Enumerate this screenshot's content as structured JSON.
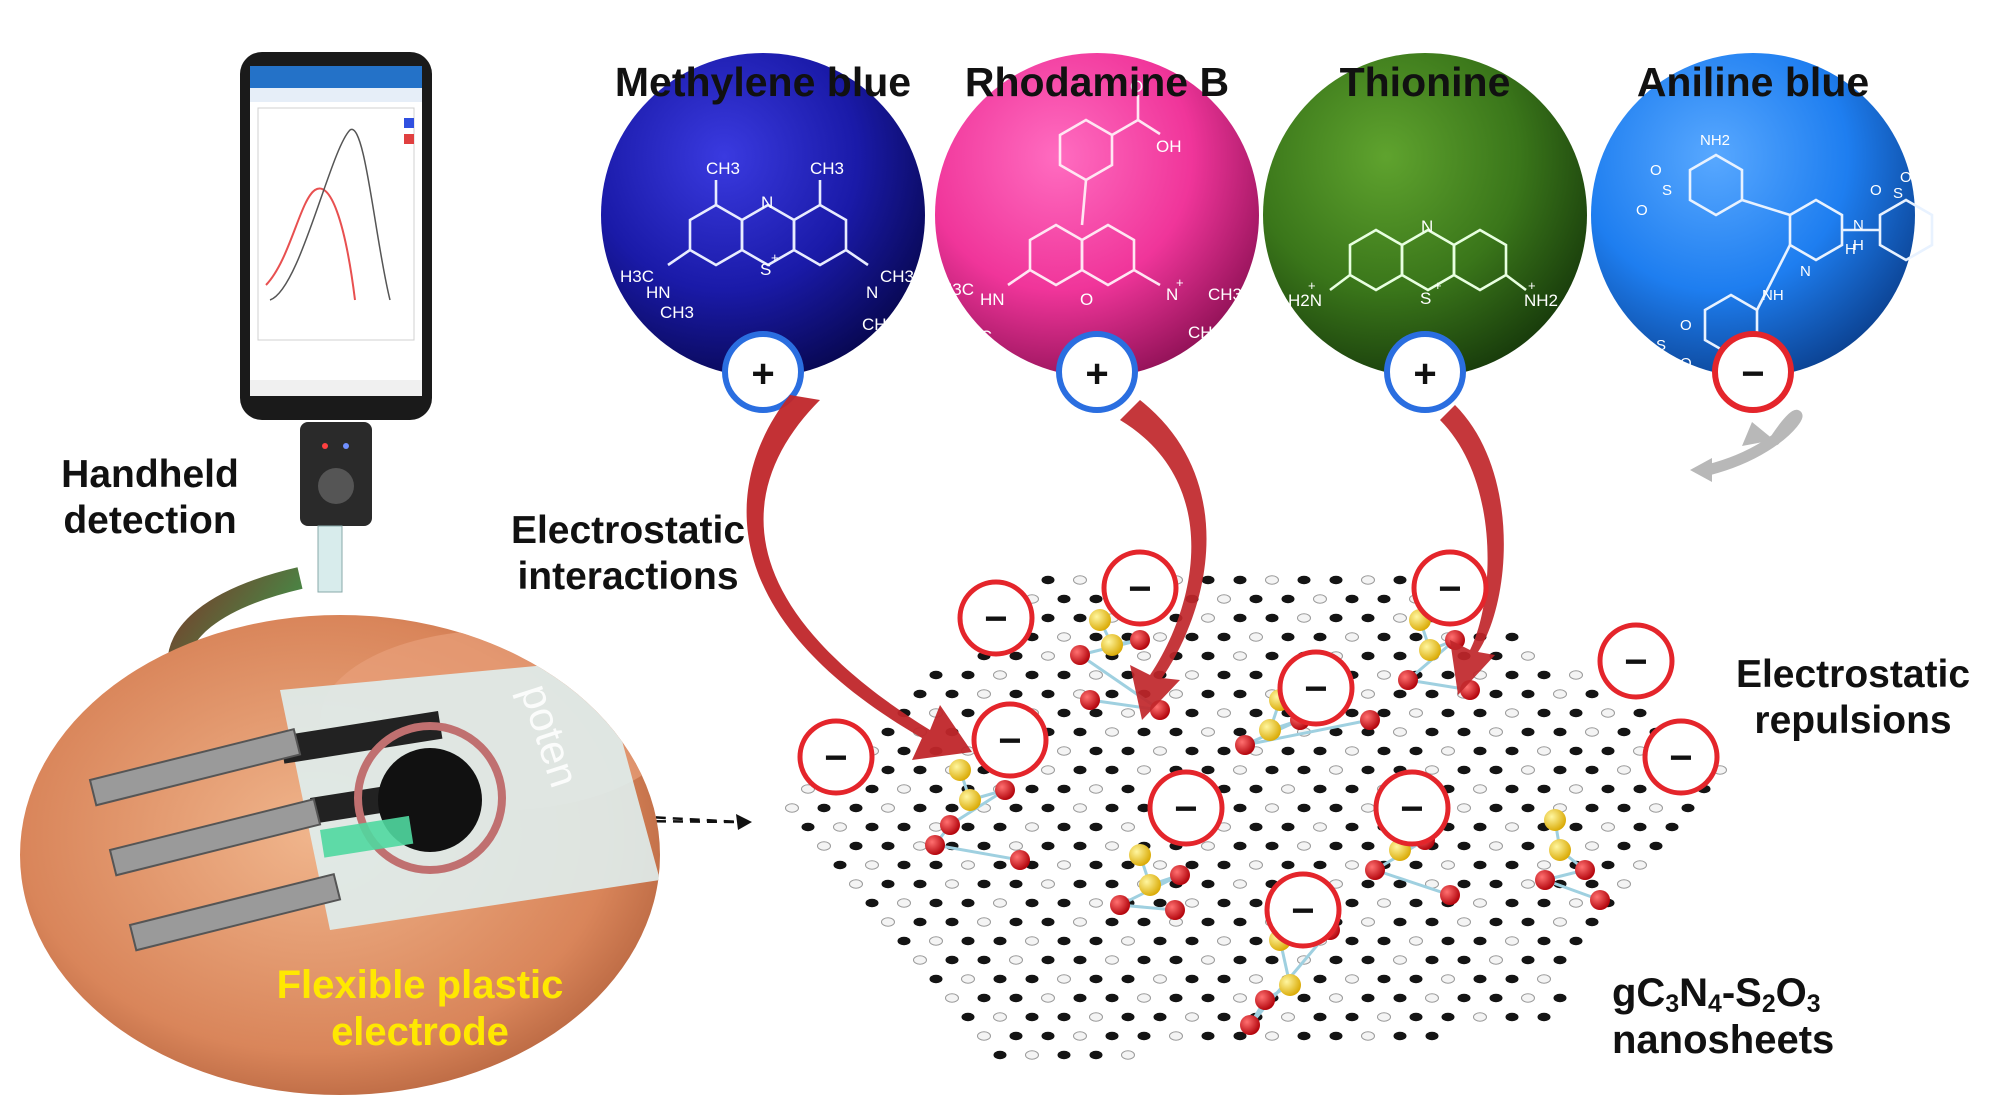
{
  "dyes": [
    {
      "name": "Methylene blue",
      "charge": "+",
      "color": "#1a1aa8"
    },
    {
      "name": "Rhodamine B",
      "charge": "+",
      "color": "#ff3fa4"
    },
    {
      "name": "Thionine",
      "charge": "+",
      "color": "#3d7d1c"
    },
    {
      "name": "Aniline blue",
      "charge": "−",
      "color": "#1e7ef0"
    }
  ],
  "labels": {
    "handheld_line1": "Handheld",
    "handheld_line2": "detection",
    "electrostatic_interactions_line1": "Electrostatic",
    "electrostatic_interactions_line2": "interactions",
    "electrostatic_repulsions_line1": "Electrostatic",
    "electrostatic_repulsions_line2": "repulsions",
    "flexible_line1": "Flexible plastic",
    "flexible_line2": "electrode",
    "nanosheets_line2": "nanosheets",
    "electrode_brand": "poten"
  },
  "chemistry": {
    "mb": [
      "CH3",
      "CH3",
      "N",
      "S",
      "+",
      "H3C",
      "CH3",
      "HN",
      "N",
      "CH3",
      "CH3"
    ],
    "rb": [
      "OH",
      "O",
      "H3C",
      "HN",
      "H3C",
      "N",
      "CH3",
      "CH3",
      "O",
      "+"
    ],
    "th": [
      "N",
      "S",
      "H2N",
      "NH2",
      "+",
      "+",
      "+"
    ],
    "ab": [
      "NH2",
      "O",
      "O",
      "S",
      "O",
      "O",
      "S",
      "O",
      "H",
      "N",
      "H",
      "N",
      "NH",
      "O",
      "O",
      "S",
      "O"
    ]
  },
  "negative_sign": "−",
  "colors": {
    "interaction_arrow": "#c0262a",
    "repulsion_arrow": "#b8b8b8",
    "charge_ring_negative": "#e4252b",
    "charge_ring_positive": "#2a6ee0",
    "sulfur": "#f2c716",
    "oxygen": "#e3141c"
  }
}
